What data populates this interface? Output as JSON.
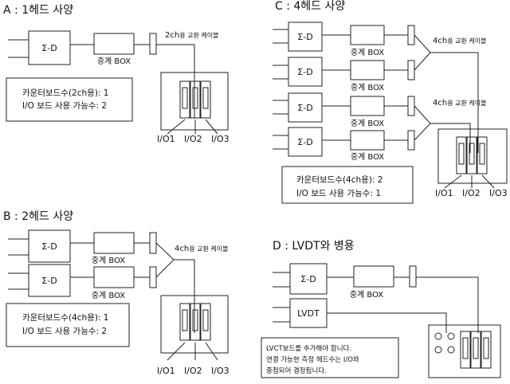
{
  "sections": {
    "A": {
      "title": "A : 1헤드 사양",
      "sd": "Σ-D",
      "box": "중계 BOX",
      "cable_main": "2ch",
      "cable_small": "용 교환 케이블",
      "info": [
        "카운터보드수(2ch용): 1",
        "I/O 보드 사용 가능수: 2"
      ],
      "io": [
        "I/O1",
        "I/O2",
        "I/O3"
      ]
    },
    "B": {
      "title": "B : 2헤드 사양",
      "sd": "Σ-D",
      "box": "중계 BOX",
      "cable_main": "4ch",
      "cable_small": "용 교환 케이블",
      "info": [
        "카운터보드수(4ch용): 1",
        "I/O 보드 사용 가능수: 2"
      ],
      "io": [
        "I/O1",
        "I/O2",
        "I/O3"
      ]
    },
    "C": {
      "title": "C : 4헤드 사양",
      "sd": "Σ-D",
      "box": "중계 BOX",
      "cable_main": "4ch",
      "cable_small": "용 교환 케이블",
      "info": [
        "카운터보드수(4ch용): 2",
        "I/O 보드 사용 가능수: 1"
      ],
      "io": [
        "I/O1",
        "I/O2",
        "I/O3"
      ]
    },
    "D": {
      "title": "D : LVDT와 병용",
      "sd": "Σ-D",
      "box": "중계 BOX",
      "lvdt": "LVDT",
      "note": [
        "LVCT보드를 추가해야 합니다.",
        "연결 가능한 측정 헤드수는 I/O와",
        "중첩되어 결정됩니다."
      ]
    }
  }
}
